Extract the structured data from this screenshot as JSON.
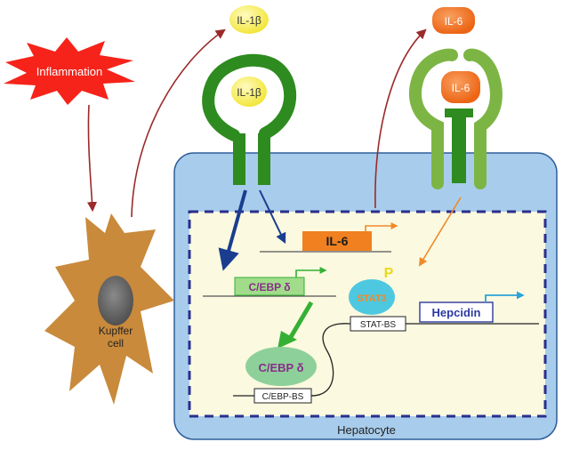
{
  "labels": {
    "inflammation": "Inflammation",
    "il1b_secreted": "IL-1β",
    "il1b_bound": "IL-1β",
    "il6_secreted": "IL-6",
    "il6_bound": "IL-6",
    "kupffer_line1": "Kupffer",
    "kupffer_line2": "cell",
    "il6_gene": "IL-6",
    "cebp_gene": "C/EBP δ",
    "cebp_protein": "C/EBP  δ",
    "stat3": "STAT3",
    "phospho": "P",
    "stat_bs": "STAT-BS",
    "cebp_bs": "C/EBP-BS",
    "hepcidin": "Hepcidin",
    "hepatocyte": "Hepatocyte"
  },
  "colors": {
    "inflammation_burst": "#f5231a",
    "kupffer": "#c98a3c",
    "nucleus": "#6e6e6e",
    "receptor_green_dark": "#2e8b1f",
    "receptor_green_light": "#7db544",
    "il1b_ball": "#f7f04a",
    "il6_ball": "#f2731f",
    "hepatocyte_fill": "#a8cceb",
    "hepatocyte_border": "#2f5f9a",
    "nucleus_fill": "#fbf9e0",
    "dash_border": "#2a2f8c",
    "arrow_darkblue": "#1a3d8f",
    "arrow_red": "#9b2a2a",
    "arrow_orange": "#f08a28",
    "arrow_green": "#35b034",
    "stat3_fill": "#4ec8e0",
    "cebp_protein_fill": "#8ed09a",
    "hepcidin_text": "#2b3aa0",
    "cebp_text": "#8a2d8a"
  }
}
